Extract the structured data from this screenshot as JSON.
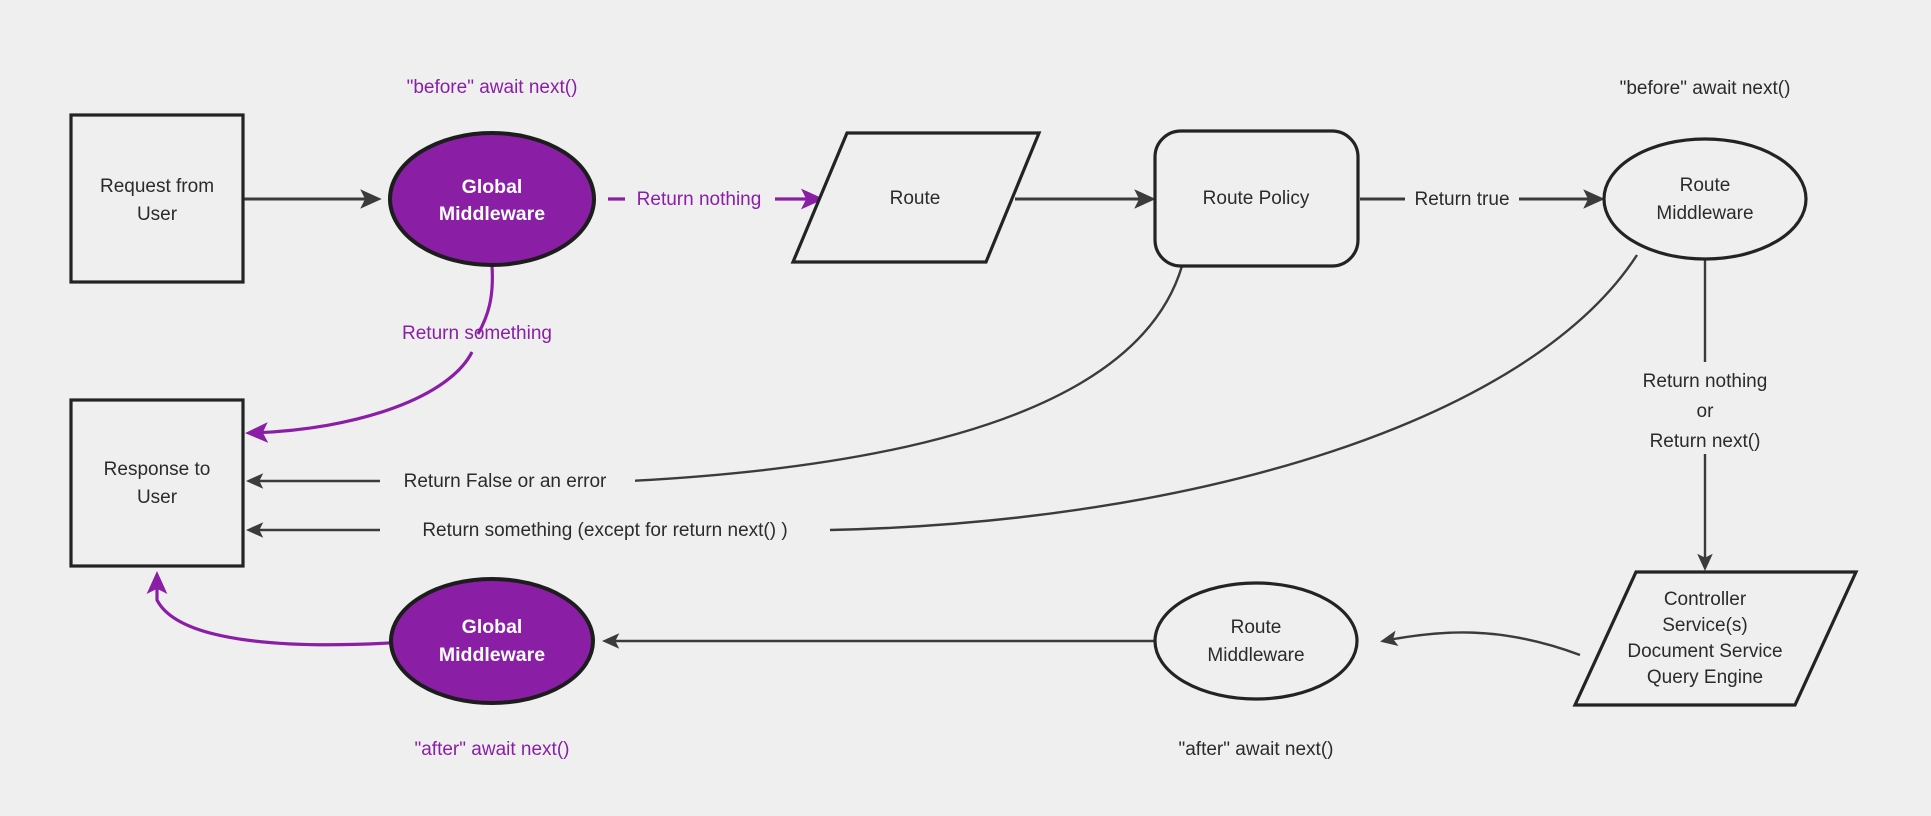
{
  "diagram": {
    "background_color": "#efefef",
    "accent_color": "#8A1FA6",
    "line_color": "#3b3b3b",
    "text_color": "#2b2b2b",
    "nodes": [
      {
        "id": "request-from-user",
        "shape": "rectangle",
        "line1": "Request from",
        "line2": "User"
      },
      {
        "id": "global-middleware-top",
        "shape": "ellipse",
        "accent": true,
        "line1": "Global",
        "line2": "Middleware"
      },
      {
        "id": "route",
        "shape": "parallelogram",
        "line1": "Route"
      },
      {
        "id": "route-policy",
        "shape": "rounded-rectangle",
        "line1": "Route Policy"
      },
      {
        "id": "route-middleware-top",
        "shape": "ellipse",
        "line1": "Route",
        "line2": "Middleware"
      },
      {
        "id": "controller-services",
        "shape": "parallelogram",
        "line1": "Controller",
        "line2": "Service(s)",
        "line3": "Document Service",
        "line4": "Query Engine"
      },
      {
        "id": "route-middleware-bottom",
        "shape": "ellipse",
        "line1": "Route",
        "line2": "Middleware"
      },
      {
        "id": "global-middleware-bottom",
        "shape": "ellipse",
        "accent": true,
        "line1": "Global",
        "line2": "Middleware"
      },
      {
        "id": "response-to-user",
        "shape": "rectangle",
        "line1": "Response to",
        "line2": "User"
      }
    ],
    "annotations": [
      {
        "id": "before-await-next-global",
        "text": "\"before\" await next()",
        "accent": true
      },
      {
        "id": "before-await-next-route",
        "text": "\"before\" await next()",
        "accent": false
      },
      {
        "id": "after-await-next-global",
        "text": "\"after\" await next()",
        "accent": true
      },
      {
        "id": "after-await-next-route",
        "text": "\"after\" await next()",
        "accent": false
      }
    ],
    "edge_labels": {
      "return_nothing": "Return nothing",
      "return_something_purple": "Return something",
      "return_true": "Return true",
      "return_nothing_multiline_1": "Return nothing",
      "return_nothing_multiline_2": "or",
      "return_nothing_multiline_3": "Return next()",
      "return_false_or_error": "Return False or an error",
      "return_something_except": "Return something (except for return next() )"
    }
  }
}
